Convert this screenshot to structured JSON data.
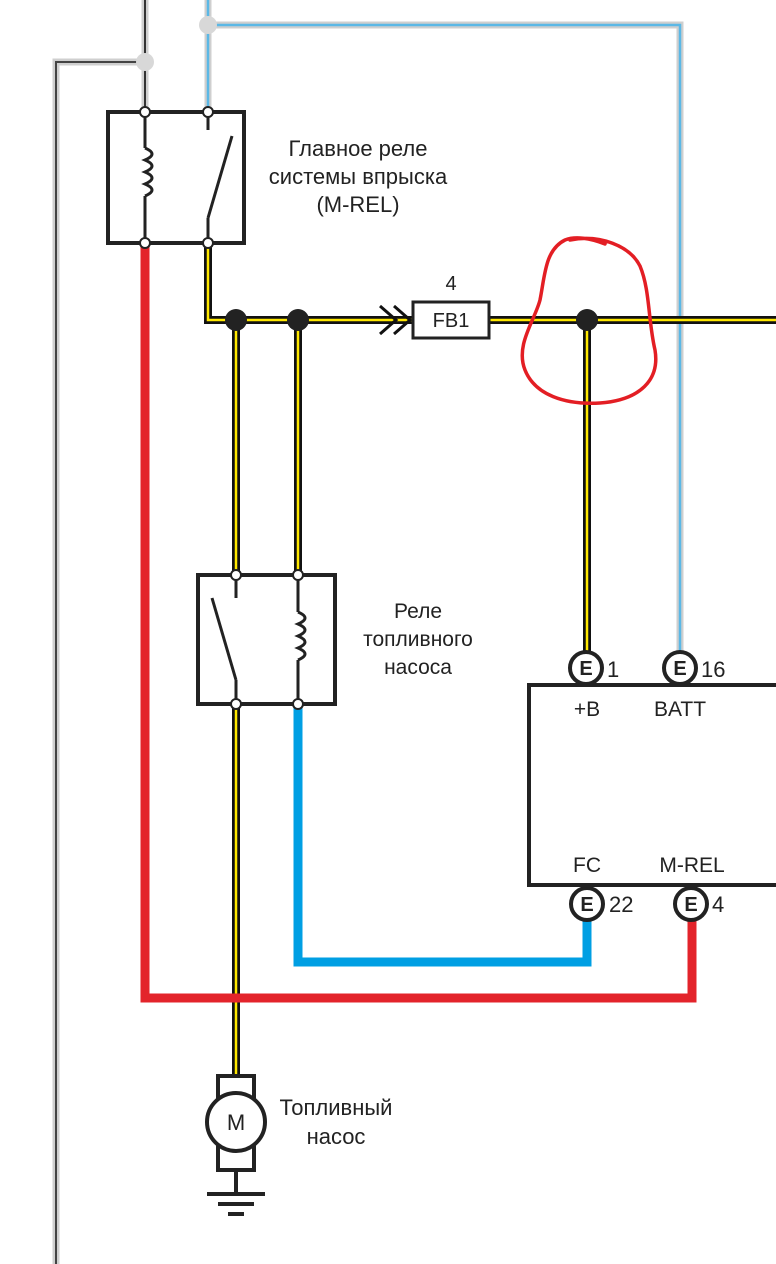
{
  "labels": {
    "main_relay": [
      "Главное реле",
      "системы впрыска",
      "(M-REL)"
    ],
    "fuel_relay": [
      "Реле",
      "топливного",
      "насоса"
    ],
    "fuel_pump": [
      "Топливный",
      "насос"
    ],
    "motor_letter": "M",
    "fuse_name": "FB1",
    "fuse_number": "4"
  },
  "ecu": {
    "pins_top": [
      {
        "letter": "E",
        "number": "1",
        "name": "+B"
      },
      {
        "letter": "E",
        "number": "16",
        "name": "BATT"
      }
    ],
    "pins_bottom": [
      {
        "letter": "E",
        "number": "22",
        "name": "FC"
      },
      {
        "letter": "E",
        "number": "4",
        "name": "M-REL"
      }
    ]
  },
  "colors": {
    "black_yellow_wire": "#111111",
    "yellow_stripe": "#ffe800",
    "red_wire": "#e3242b",
    "blue_wire": "#009fe3",
    "light_blue_wire": "#5bb8e6",
    "gray_wire": "#c8c8c8",
    "annotation_circle": "#e31e24"
  }
}
